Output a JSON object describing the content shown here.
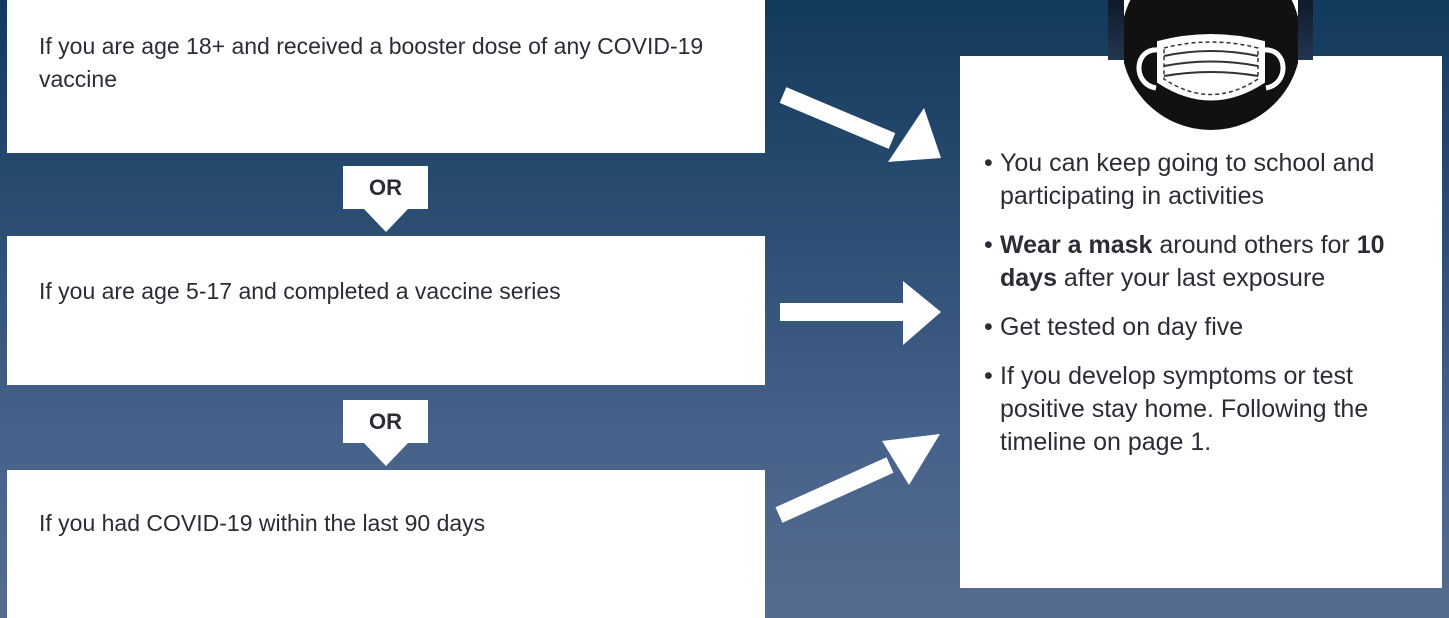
{
  "conditions": [
    {
      "text": "If you are age 18+ and received a booster dose of any COVID-19 vaccine"
    },
    {
      "text": "If you are age 5-17 and completed a vaccine series"
    },
    {
      "text": "If you had COVID-19 within the last 90 days"
    }
  ],
  "connectors": [
    {
      "label": "OR"
    },
    {
      "label": "OR"
    }
  ],
  "result": {
    "icon": "face-mask-icon",
    "bullet": "•",
    "items": [
      {
        "text": "You can keep going to school and participating in activities"
      },
      {
        "bold1": "Wear a mask",
        "text1": " around others for ",
        "bold2": "10 days",
        "text2": " after your last exposure"
      },
      {
        "text": "Get tested on day five"
      },
      {
        "text": "If you develop symptoms or test positive stay home. Following the timeline on page 1."
      }
    ]
  },
  "colors": {
    "background_top": "#123a5c",
    "background_bottom": "#566c8e",
    "box": "#ffffff",
    "text": "#2a2d35"
  }
}
